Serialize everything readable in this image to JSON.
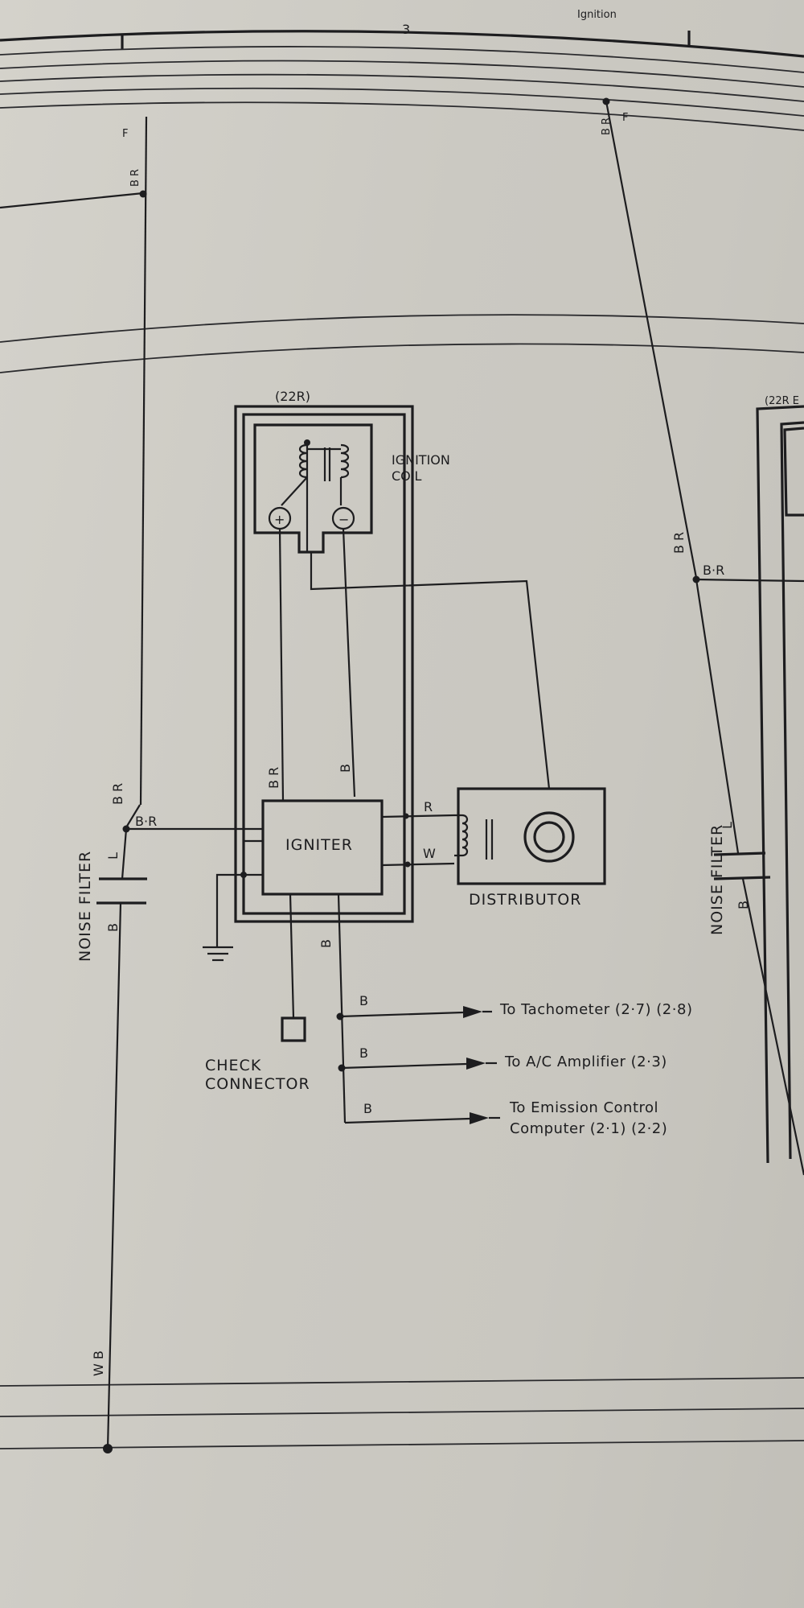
{
  "header": {
    "section_title": "Ignition",
    "column_number": "3"
  },
  "wire_codes": {
    "br": "B R",
    "br_dot": "B·R",
    "b": "B",
    "r": "R",
    "w": "W",
    "l": "L",
    "wb": "W B",
    "br_small": "B R",
    "ground_mark": "F"
  },
  "components": {
    "model_tag_left": "(22R)",
    "model_tag_right": "(22R E",
    "ignition_coil_line1": "IGNITION",
    "ignition_coil_line2": "COIL",
    "coil_plus": "+",
    "coil_minus": "−",
    "igniter": "IGNITER",
    "distributor": "DISTRIBUTOR",
    "check_connector_line1": "CHECK",
    "check_connector_line2": "CONNECTOR",
    "noise_filter": "NOISE FILTER"
  },
  "destinations": [
    {
      "wire": "B",
      "label": "To Tachometer (2·7) (2·8)"
    },
    {
      "wire": "B",
      "label": "To A/C Amplifier (2·3)"
    },
    {
      "wire": "B",
      "label_line1": "To Emission Control",
      "label_line2": "Computer (2·1) (2·2)"
    }
  ],
  "colors": {
    "ink": "#1d1d1f",
    "paper": "#cfcdc6"
  }
}
